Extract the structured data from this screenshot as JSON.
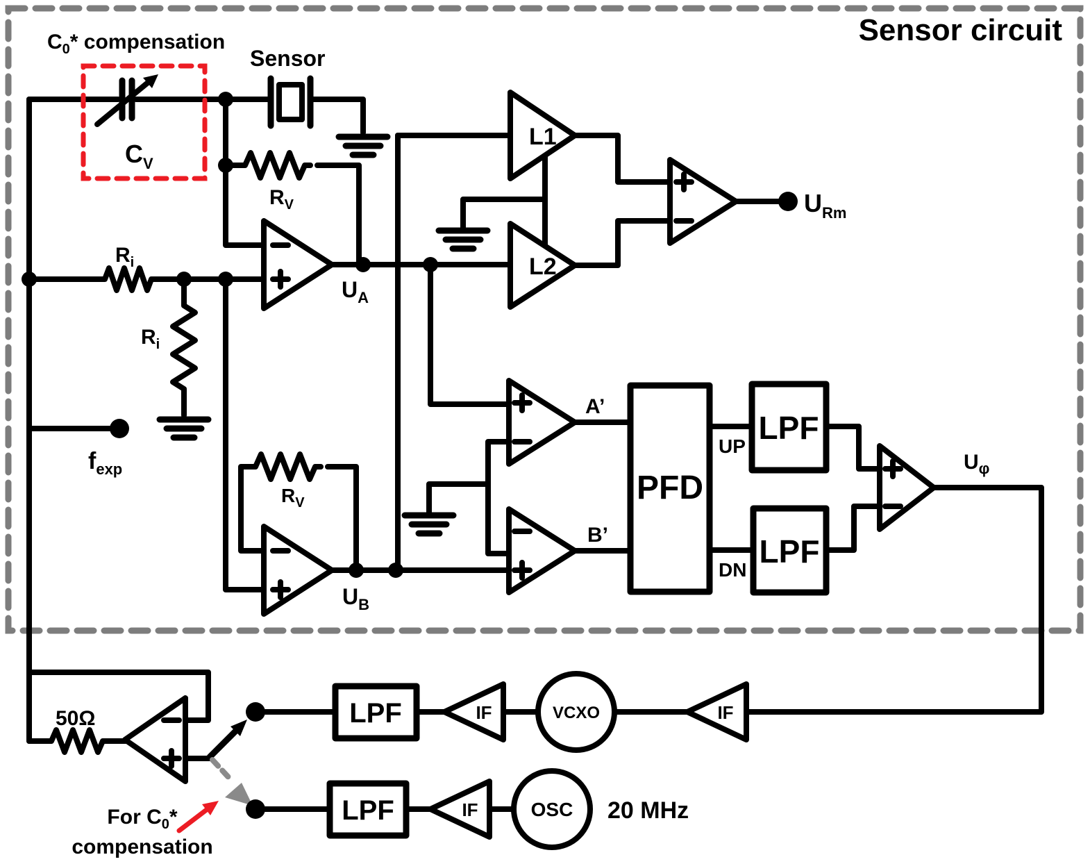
{
  "title": "Sensor circuit",
  "colors": {
    "line": "#000000",
    "border_gray": "#7d7d7d",
    "switch_gray": "#8a8a8a",
    "accent_red": "#ec1c24"
  },
  "labels": {
    "sensor": "Sensor",
    "c0_comp": {
      "main": "C",
      "sub": "0",
      "rest": "* compensation"
    },
    "cv": {
      "main": "C",
      "sub": "V"
    },
    "rv_top": {
      "main": "R",
      "sub": "V"
    },
    "rv_bot": {
      "main": "R",
      "sub": "V"
    },
    "ri_series": {
      "main": "R",
      "sub": "i"
    },
    "ri_shunt": {
      "main": "R",
      "sub": "i"
    },
    "ua": {
      "main": "U",
      "sub": "A"
    },
    "ub": {
      "main": "U",
      "sub": "B"
    },
    "fexp": {
      "main": "f",
      "sub": "exp"
    },
    "urm": {
      "main": "U",
      "sub": "Rm"
    },
    "uphi": {
      "main": "U",
      "sub": "φ"
    },
    "l1": "L1",
    "l2": "L2",
    "a_out": "A’",
    "b_out": "B’",
    "pfd": "PFD",
    "up": "UP",
    "dn": "DN",
    "lpf_up": "LPF",
    "lpf_dn": "LPF",
    "lpf_vcxo": "LPF",
    "lpf_osc": "LPF",
    "if1": "IF",
    "if2": "IF",
    "if3": "IF",
    "vcxo": "VCXO",
    "osc": "OSC",
    "freq": "20 MHz",
    "r50": "50Ω",
    "for_c0": {
      "main": "For C",
      "sub": "0",
      "rest": "*"
    },
    "for_c0_line2": "compensation"
  }
}
